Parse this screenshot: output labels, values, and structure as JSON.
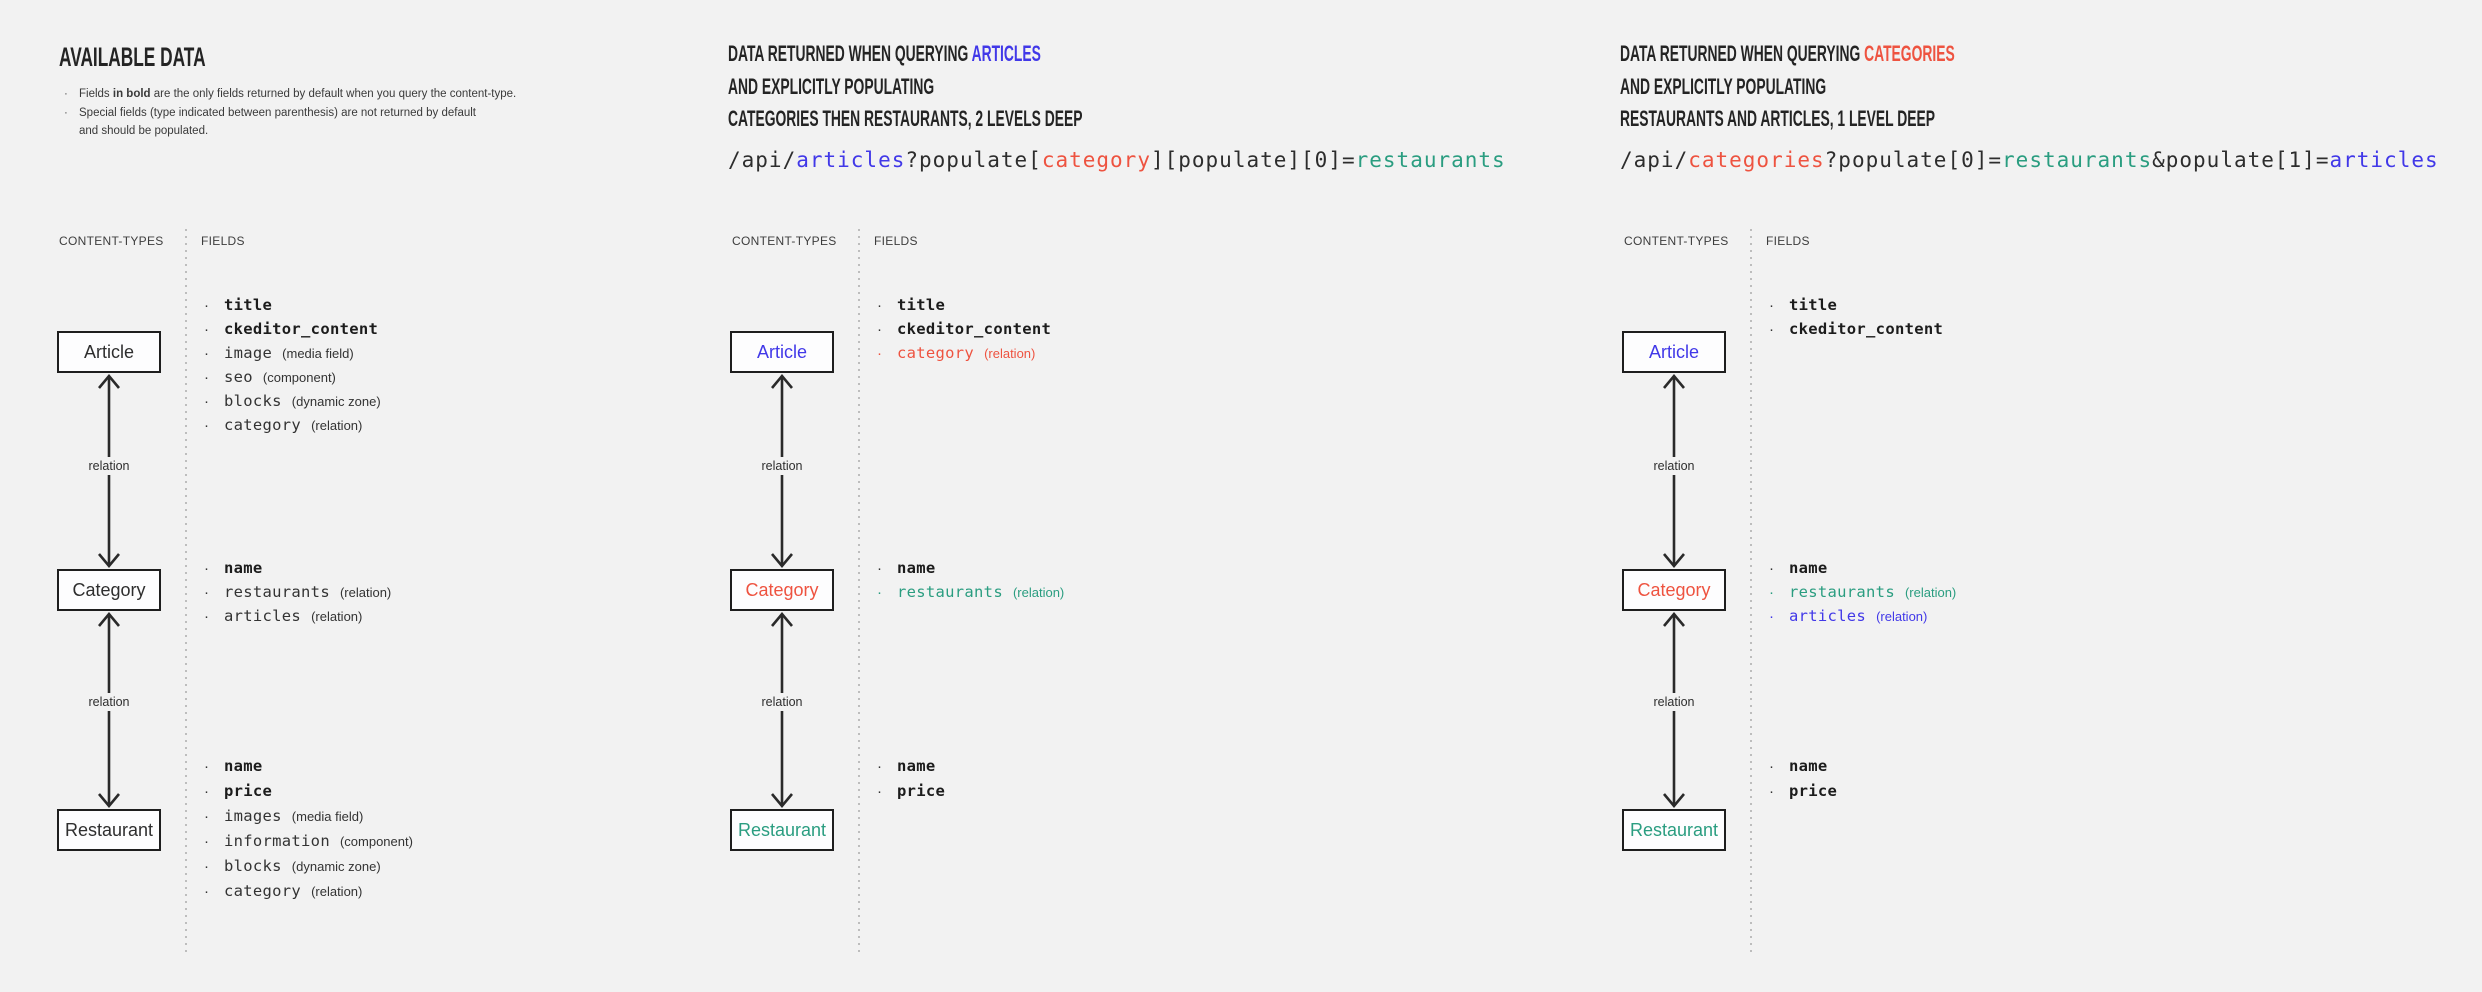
{
  "colors": {
    "background": "#f2f2f2",
    "ink": "#2b2b2b",
    "accent_blue": "#4138e8",
    "accent_red": "#ee5340",
    "accent_teal": "#2a9d80",
    "box_border": "#1e1e1e",
    "box_background": "#fdfdfe"
  },
  "panels": {
    "left": {
      "title": "AVAILABLE DATA",
      "note1_pre": "Fields ",
      "note1_bold": "in bold",
      "note1_post": " are the only fields returned by default when you query the content-type.",
      "note2_line1": "Special fields (type indicated between parenthesis) are not returned by default",
      "note2_line2": "and should be populated.",
      "column_labels": {
        "content_types": "CONTENT-TYPES",
        "fields": "FIELDS"
      },
      "relation_label": "relation",
      "boxes": [
        {
          "label": "Article",
          "color": "ink",
          "fields": [
            {
              "name": "title",
              "style": "bold"
            },
            {
              "name": "ckeditor_content",
              "style": "bold"
            },
            {
              "name": "image",
              "annotation": "(media field)"
            },
            {
              "name": "seo",
              "annotation": "(component)"
            },
            {
              "name": "blocks",
              "annotation": "(dynamic zone)"
            },
            {
              "name": "category",
              "annotation": "(relation)"
            }
          ]
        },
        {
          "label": "Category",
          "color": "ink",
          "fields": [
            {
              "name": "name",
              "style": "bold"
            },
            {
              "name": "restaurants",
              "annotation": "(relation)"
            },
            {
              "name": "articles",
              "annotation": "(relation)"
            }
          ]
        },
        {
          "label": "Restaurant",
          "color": "ink",
          "fields": [
            {
              "name": "name",
              "style": "bold"
            },
            {
              "name": "price",
              "style": "bold"
            },
            {
              "name": "images",
              "annotation": "(media field)"
            },
            {
              "name": "information",
              "annotation": "(component)"
            },
            {
              "name": "blocks",
              "annotation": "(dynamic zone)"
            },
            {
              "name": "category",
              "annotation": "(relation)"
            }
          ]
        }
      ]
    },
    "middle": {
      "header_line1": "DATA RETURNED WHEN QUERYING ",
      "header_line1_highlight": "ARTICLES",
      "header_line2": "AND EXPLICITLY POPULATING",
      "header_line3": "CATEGORIES THEN RESTAURANTS, 2 LEVELS DEEP",
      "query": [
        {
          "text": "/api/",
          "color": "ink"
        },
        {
          "text": "articles",
          "color": "blue"
        },
        {
          "text": "?populate[",
          "color": "ink"
        },
        {
          "text": "category",
          "color": "red"
        },
        {
          "text": "][populate][0]=",
          "color": "ink"
        },
        {
          "text": "restaurants",
          "color": "teal"
        }
      ],
      "column_labels": {
        "content_types": "CONTENT-TYPES",
        "fields": "FIELDS"
      },
      "relation_label": "relation",
      "boxes": [
        {
          "label": "Article",
          "color": "blue",
          "fields": [
            {
              "name": "title",
              "style": "bold"
            },
            {
              "name": "ckeditor_content",
              "style": "bold"
            },
            {
              "name": "category",
              "annotation": "(relation)",
              "color": "red"
            }
          ]
        },
        {
          "label": "Category",
          "color": "red",
          "fields": [
            {
              "name": "name",
              "style": "bold"
            },
            {
              "name": "restaurants",
              "annotation": "(relation)",
              "color": "teal"
            }
          ]
        },
        {
          "label": "Restaurant",
          "color": "teal",
          "fields": [
            {
              "name": "name",
              "style": "bold"
            },
            {
              "name": "price",
              "style": "bold"
            }
          ]
        }
      ]
    },
    "right": {
      "header_line1": "DATA RETURNED WHEN QUERYING ",
      "header_line1_highlight": "CATEGORIES",
      "header_line2": "AND EXPLICITLY POPULATING",
      "header_line3": "RESTAURANTS AND ARTICLES, 1 LEVEL DEEP",
      "query": [
        {
          "text": "/api/",
          "color": "ink"
        },
        {
          "text": "categories",
          "color": "red"
        },
        {
          "text": "?populate[0]=",
          "color": "ink"
        },
        {
          "text": "restaurants",
          "color": "teal"
        },
        {
          "text": "&populate[1]=",
          "color": "ink"
        },
        {
          "text": "articles",
          "color": "blue"
        }
      ],
      "column_labels": {
        "content_types": "CONTENT-TYPES",
        "fields": "FIELDS"
      },
      "relation_label": "relation",
      "boxes": [
        {
          "label": "Article",
          "color": "blue",
          "fields": [
            {
              "name": "title",
              "style": "bold"
            },
            {
              "name": "ckeditor_content",
              "style": "bold"
            }
          ]
        },
        {
          "label": "Category",
          "color": "red",
          "fields": [
            {
              "name": "name",
              "style": "bold"
            },
            {
              "name": "restaurants",
              "annotation": "(relation)",
              "color": "teal"
            },
            {
              "name": "articles",
              "annotation": "(relation)",
              "color": "blue"
            }
          ]
        },
        {
          "label": "Restaurant",
          "color": "teal",
          "fields": [
            {
              "name": "name",
              "style": "bold"
            },
            {
              "name": "price",
              "style": "bold"
            }
          ]
        }
      ]
    }
  }
}
